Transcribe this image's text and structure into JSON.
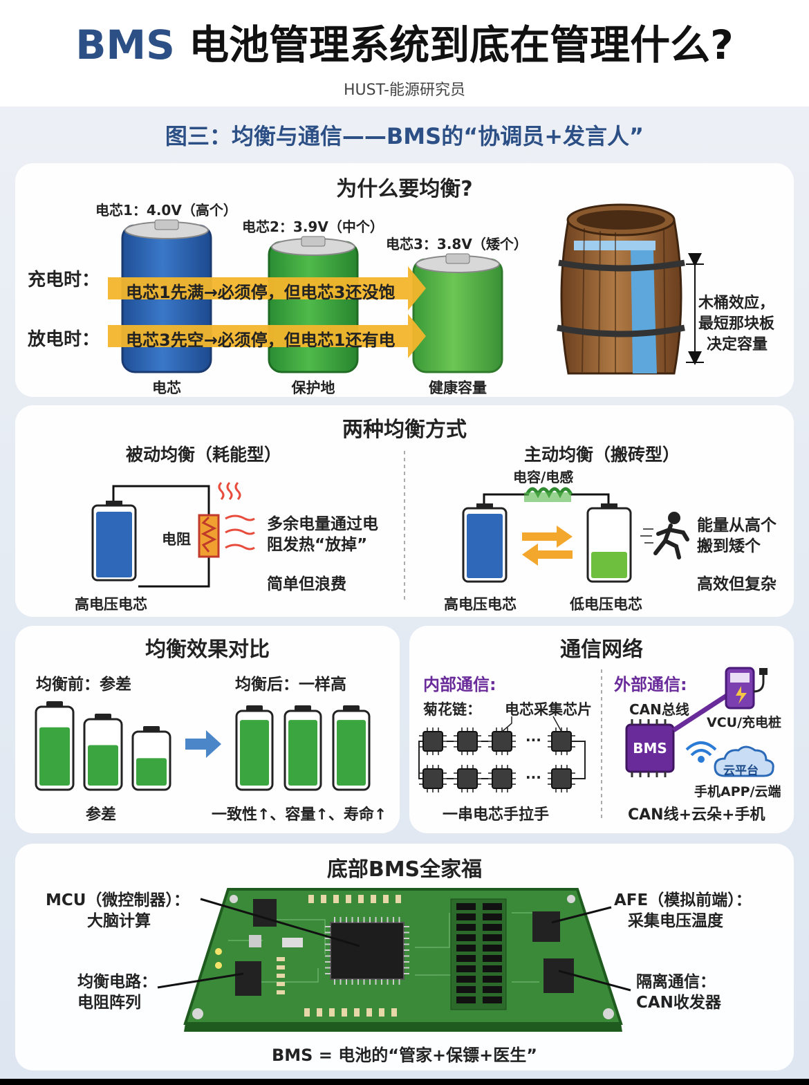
{
  "header": {
    "title_prefix": "BMS",
    "title_main": " 电池管理系统到底在管理什么?",
    "author": "HUST-能源研究员",
    "subtitle": "图三：均衡与通信——BMS的“协调员+发言人”"
  },
  "why": {
    "title": "为什么要均衡?",
    "cell1": "电芯1：4.0V（高个）",
    "cell2": "电芯2：3.9V（中个）",
    "cell3": "电芯3：3.8V（矮个）",
    "charge_label": "充电时：",
    "charge_text": "电芯1先满→必须停，但电芯3还没饱",
    "discharge_label": "放电时：",
    "discharge_text": "电芯3先空→必须停，但电芯1还有电",
    "under1": "电芯",
    "under2": "保护地",
    "under3": "健康容量",
    "barrel_text": [
      "木桶效应，",
      "最短那块板",
      "决定容量"
    ]
  },
  "methods": {
    "title": "两种均衡方式",
    "passive_title": "被动均衡（耗能型）",
    "resistor": "电阻",
    "passive_desc": [
      "多余电量通过电",
      "阻发热“放掉”"
    ],
    "passive_note": "简单但浪费",
    "passive_cell": "高电压电芯",
    "active_title": "主动均衡（搬砖型）",
    "inductor": "电容/电感",
    "active_desc": [
      "能量从高个",
      "搬到矮个"
    ],
    "active_note": "高效但复杂",
    "active_high": "高电压电芯",
    "active_low": "低电压电芯"
  },
  "effect": {
    "title": "均衡效果对比",
    "before": "均衡前：参差",
    "after": "均衡后：一样高",
    "before_caption": "参差",
    "after_caption": "一致性↑、容量↑、寿命↑",
    "before_levels": [
      0.78,
      0.65,
      0.55
    ],
    "after_levels": [
      0.93,
      0.93,
      0.93
    ]
  },
  "comm": {
    "title": "通信网络",
    "internal": "内部通信:",
    "external": "外部通信:",
    "daisy": "菊花链：",
    "chip": "电芯采集芯片",
    "dots": "···",
    "chain_caption": "一串电芯手拉手",
    "can_bus": "CAN总线",
    "bms": "BMS",
    "vcu": "VCU/充电桩",
    "cloud": "云平台",
    "app": "手机APP/云端",
    "can_caption": "CAN线+云朵+手机"
  },
  "family": {
    "title": "底部BMS全家福",
    "mcu": [
      "MCU（微控制器）：",
      "大脑计算"
    ],
    "balance": [
      "均衡电路：",
      "电阻阵列"
    ],
    "afe": [
      "AFE（模拟前端）：",
      "采集电压温度"
    ],
    "iso": [
      "隔离通信：",
      "CAN收发器"
    ],
    "footer": "BMS = 电池的“管家+保镖+医生”"
  },
  "colors": {
    "title_blue": "#2c4f86",
    "cell_blue": "#2f68b8",
    "cell_green": "#3ba53f",
    "cell_lightgreen": "#55b64a",
    "arrow": "#f3b62c",
    "purple": "#6a2b9a",
    "pcb": "#2e7d32"
  }
}
